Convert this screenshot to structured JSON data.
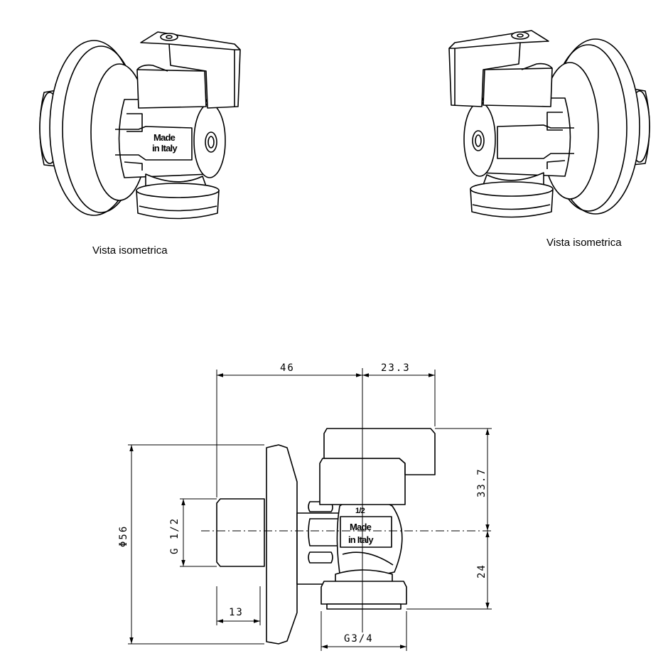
{
  "iso_views": [
    {
      "caption": "Vista isometrica",
      "marking": [
        "Made",
        "in Italy"
      ]
    },
    {
      "caption": "Vista isometrica"
    }
  ],
  "front_view": {
    "marking": [
      "Made",
      "in Italy"
    ],
    "size_mark": "1/2",
    "dimensions": {
      "overall_depth": "46",
      "handle_offset": "23.3",
      "handle_height": "33.7",
      "outlet_height": "24",
      "plate_diameter": "Φ56",
      "inlet_thread": "G 1/2",
      "thread_length": "13",
      "outlet_thread": "G3/4"
    }
  }
}
